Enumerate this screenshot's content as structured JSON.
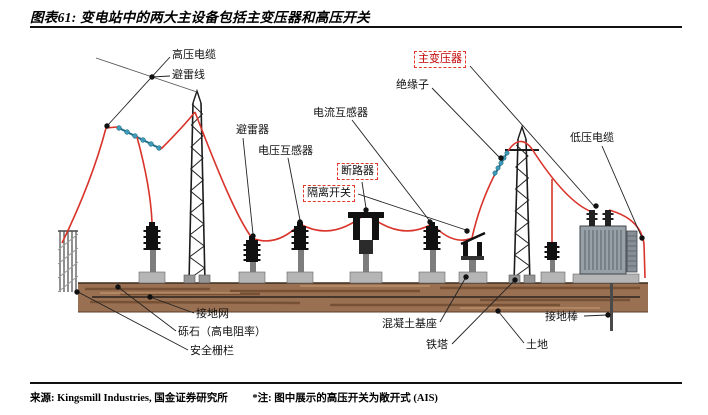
{
  "header": {
    "title": "图表61: 变电站中的两大主设备包括主变压器和高压开关"
  },
  "diagram": {
    "labels": {
      "high_voltage_cable": "高压电缆",
      "lightning_wire": "避雷线",
      "arrester": "避雷器",
      "voltage_transformer": "电压互感器",
      "current_transformer": "电流互感器",
      "main_transformer": "主变压器",
      "insulator": "绝缘子",
      "breaker": "断路器",
      "isolation_switch": "隔离开关",
      "low_voltage_cable": "低压电缆",
      "grounding_grid": "接地网",
      "gravel": "砾石（高电阻率）",
      "safety_fence": "安全栅栏",
      "concrete_base": "混凝土基座",
      "iron_tower": "铁塔",
      "grounding_rod": "接地棒",
      "soil": "土地"
    },
    "colors": {
      "wire_red": "#d9342b",
      "highlight_box_red": "#e03a2d",
      "ground_brown": "#9a7052",
      "insulator_teal": "#3d9ab8"
    }
  },
  "footer": {
    "source": "来源: Kingsmill Industries, 国金证券研究所",
    "note": "*注: 图中展示的高压开关为敞开式 (AIS)"
  }
}
